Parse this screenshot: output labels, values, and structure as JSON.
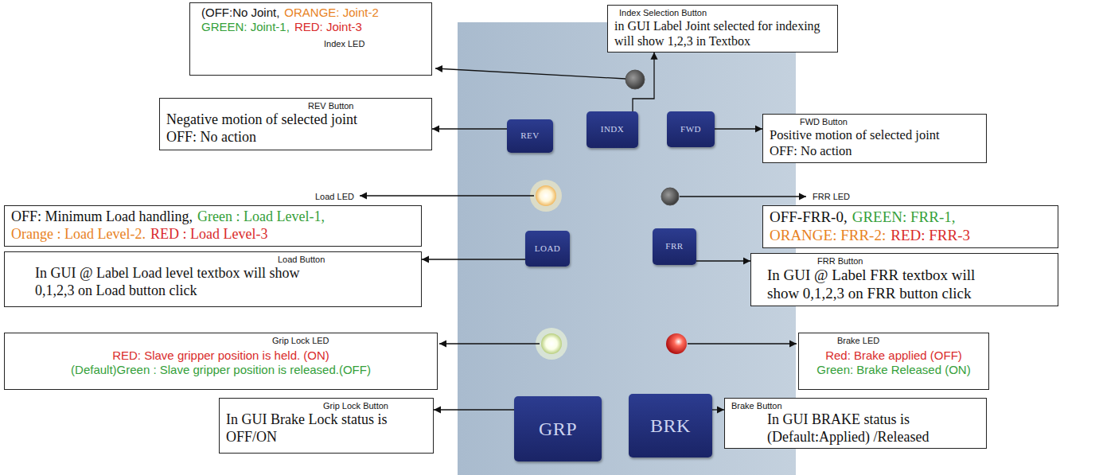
{
  "diagram": {
    "nodes": [
      {
        "text": [
          "(OFF:No Joint,",
          "ORANGE: Joint-2",
          "GREEN: Joint-1,",
          "RED: Joint-3",
          "Index LED"
        ]
      },
      {
        "text": [
          "Index Selection Button",
          "in GUI Label Joint selected for indexing will show 1,2,3 in Textbox"
        ]
      },
      {
        "text": [
          "REV Button",
          "Negative motion of selected joint",
          "OFF: No action"
        ]
      },
      {
        "text": [
          "REV"
        ]
      },
      {
        "text": [
          "INDX"
        ]
      },
      {
        "text": [
          "FWD"
        ]
      },
      {
        "text": [
          "FWD Button",
          "Positive motion of selected joint",
          "OFF: No action"
        ]
      },
      {
        "text": [
          "Load LED",
          "OFF: Minimum Load handling,",
          "Green : Load Level-1,",
          "Orange : Load Level-2.",
          "RED : Load Level-3"
        ]
      },
      {
        "text": [
          "FRR LED",
          "OFF-FRR-0,",
          "GREEN: FRR-1,",
          "ORANGE: FRR-2:",
          "RED: FRR-3"
        ]
      },
      {
        "text": [
          "Load Button",
          "In GUI @ Label Load level textbox will show 0,1,2,3 on Load button click"
        ]
      },
      {
        "text": [
          "LOAD"
        ]
      },
      {
        "text": [
          "FRR"
        ]
      },
      {
        "text": [
          "FRR Button",
          "In GUI @ Label FRR textbox will show 0,1,2,3 on FRR button click"
        ]
      },
      {
        "text": [
          "Grip Lock LED",
          "RED: Slave gripper position is held. (ON)",
          "(Default)Green : Slave gripper position is released.(OFF)"
        ]
      },
      {
        "text": [
          "Brake LED",
          "Red: Brake applied (OFF)",
          "Green: Brake Released (ON)"
        ]
      },
      {
        "text": [
          "Grip Lock Button",
          "In GUI Brake Lock status is OFF/ON"
        ]
      },
      {
        "text": [
          "GRP"
        ]
      },
      {
        "text": [
          "BRK"
        ]
      },
      {
        "text": [
          "Brake Button",
          "In GUI BRAKE status is (Default:Applied) /Released"
        ]
      }
    ],
    "edges": [
      {
        "from": 4,
        "to": 1,
        "arrow": "to"
      },
      {
        "from": 3,
        "to": 2,
        "arrow": "to"
      },
      {
        "from": 5,
        "to": 6,
        "arrow": "to"
      },
      {
        "from": 10,
        "to": 9,
        "arrow": "to"
      },
      {
        "from": 11,
        "to": 12,
        "arrow": "to"
      },
      {
        "from": 16,
        "to": 15,
        "arrow": "to"
      },
      {
        "from": 17,
        "to": 18,
        "arrow": "to"
      }
    ]
  }
}
